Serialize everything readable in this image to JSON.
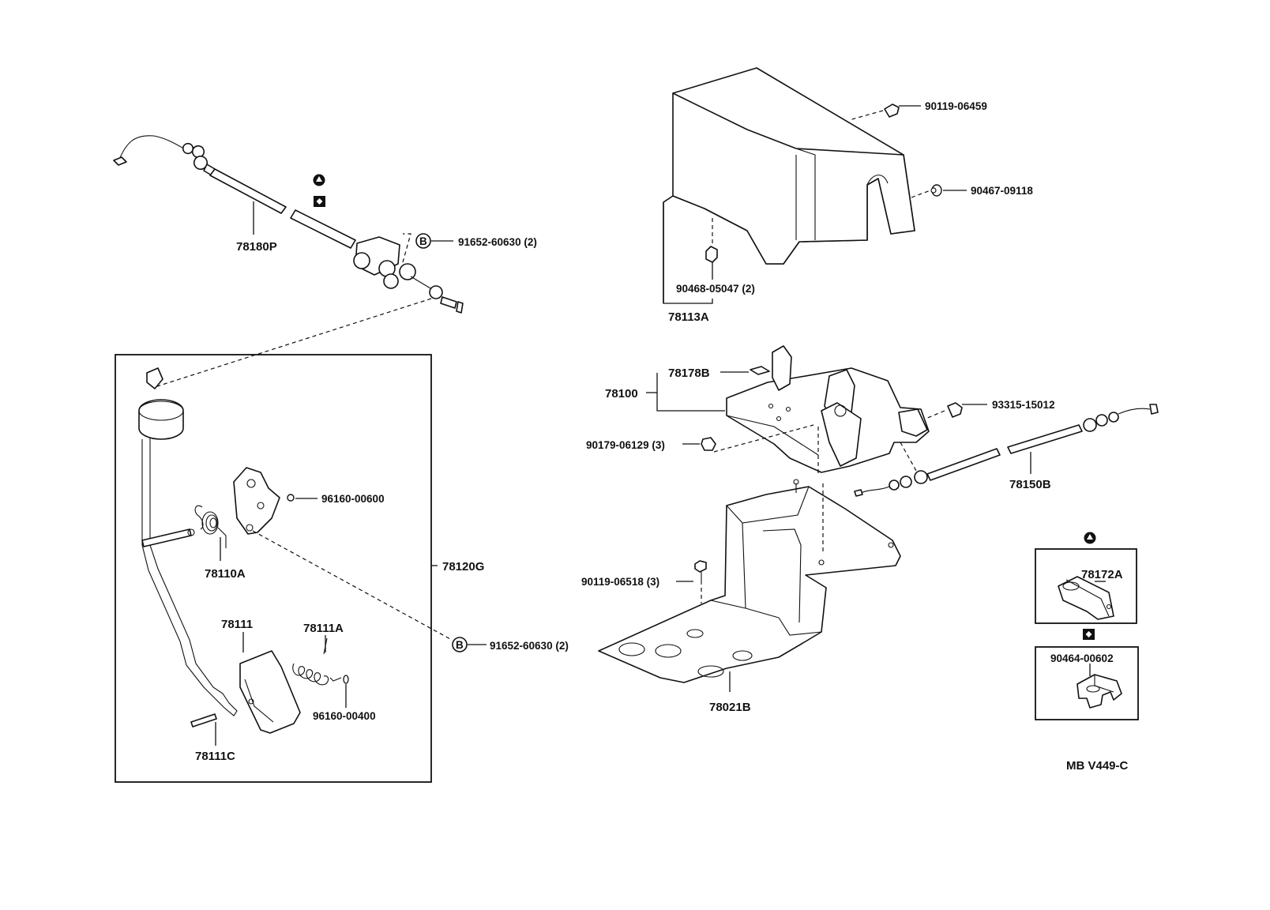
{
  "labels": {
    "p78180P": "78180P",
    "p91652_top": "91652-60630 (2)",
    "p90119_06459": "90119-06459",
    "p90467_09118": "90467-09118",
    "p90468_05047": "90468-05047 (2)",
    "p78113A": "78113A",
    "p78178B": "78178B",
    "p78100": "78100",
    "p93315_15012": "93315-15012",
    "p90179_06129": "90179-06129 (3)",
    "p78150B": "78150B",
    "p96160_00600": "96160-00600",
    "p78110A": "78110A",
    "p78120G": "78120G",
    "p91652_bottom": "91652-60630 (2)",
    "p90119_06518": "90119-06518 (3)",
    "p78111": "78111",
    "p78111A": "78111A",
    "p96160_00400": "96160-00400",
    "p78111C": "78111C",
    "p78021B": "78021B",
    "p78172A": "78172A",
    "p90464_00602": "90464-00602",
    "code": "MB V449-C"
  },
  "markers": {
    "circle_b": "B"
  },
  "icons": {
    "triangle": "triangle-icon",
    "square": "square-icon"
  }
}
